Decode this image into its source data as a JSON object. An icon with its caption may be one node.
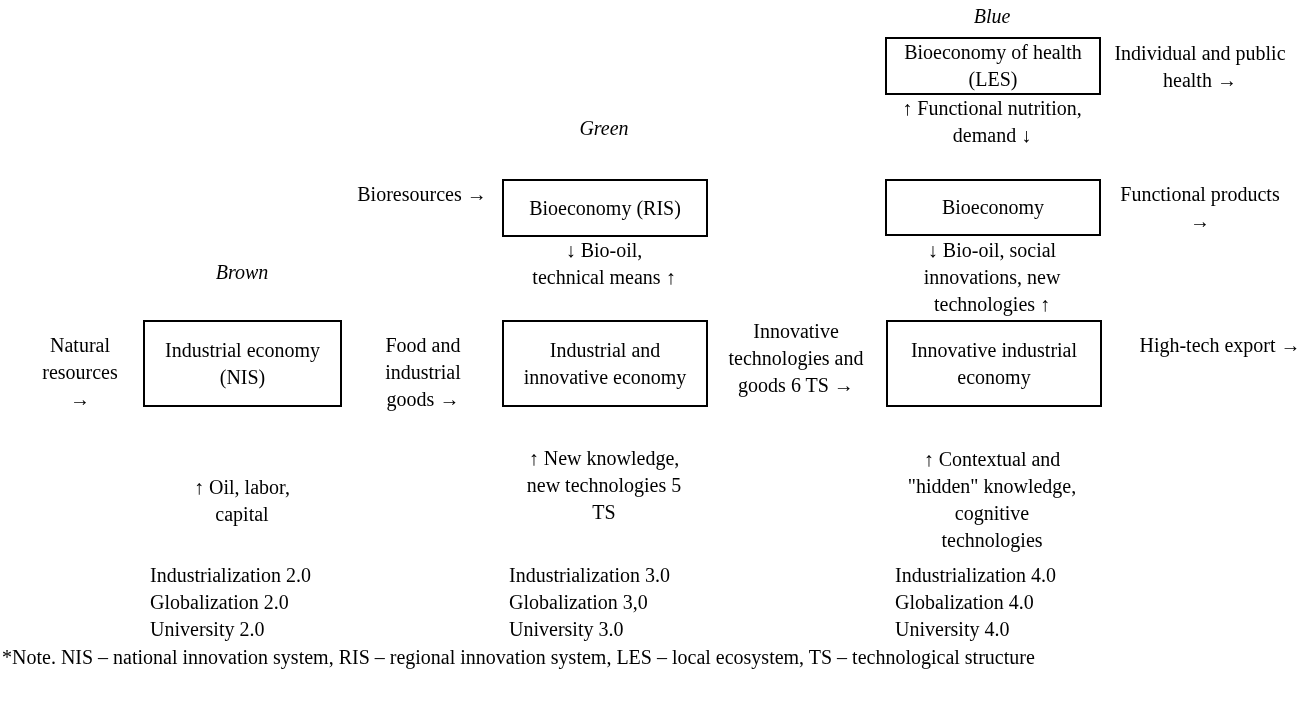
{
  "diagram": {
    "caption": "*Note. NIS – national innovation system, RIS – regional innovation system, LES – local ecosystem, TS – technological structure",
    "nodes": [
      {
        "text": [
          "Bioeconomy of health (LES)"
        ]
      },
      {
        "text": [
          "Bioeconomy (RIS)"
        ]
      },
      {
        "text": [
          "Bioeconomy"
        ]
      },
      {
        "text": [
          "Industrial economy (NIS)"
        ]
      },
      {
        "text": [
          "Industrial and innovative economy"
        ]
      },
      {
        "text": [
          "Innovative industrial economy"
        ]
      }
    ],
    "labels": [
      "Blue",
      "Individual and public health →",
      "Green",
      "↑ Functional nutrition, demand ↓",
      "Bioresources →",
      "Functional products →",
      "↓ Bio-oil, technical means ↑",
      "↓ Bio-oil, social innovations, new technologies ↑",
      "Brown",
      "Natural resources →",
      "Food and industrial goods →",
      "Innovative technologies and goods 6 TS →",
      "High-tech export →",
      "↑ Oil, labor, capital",
      "↑ New knowledge, new technologies 5 TS",
      "↑ Contextual and \"hidden\" knowledge, cognitive technologies",
      "Industrialization 2.0",
      "Globalization 2.0",
      "University 2.0",
      "Industrialization 3.0",
      "Globalization 3,0",
      "University 3.0",
      "Industrialization 4.0",
      "Globalization 4.0",
      "University 4.0"
    ]
  }
}
